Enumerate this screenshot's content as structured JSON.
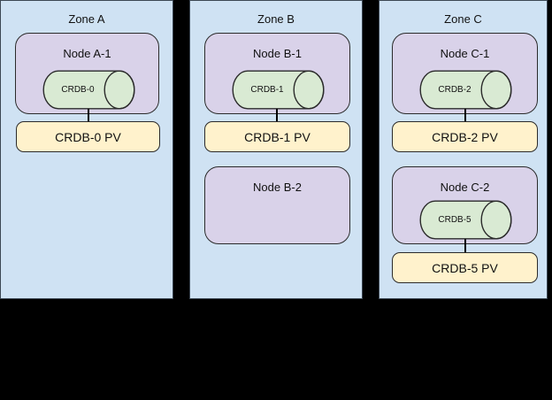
{
  "diagram": {
    "background_color": "#000000",
    "colors": {
      "zone_fill": "#cfe2f3",
      "zone_border": "#3c4753",
      "node_fill": "#d9d2e9",
      "node_border": "#2b2b2b",
      "database_fill": "#d9ead3",
      "database_border": "#2b2b2b",
      "pv_fill": "#fff2cc",
      "pv_border": "#2b2b2b",
      "connector": "#000000",
      "text": "#111111"
    }
  },
  "zones": [
    {
      "label": "Zone A",
      "nodes": [
        {
          "label": "Node A-1",
          "db": "CRDB-0",
          "pv": "CRDB-0 PV"
        }
      ]
    },
    {
      "label": "Zone B",
      "nodes": [
        {
          "label": "Node B-1",
          "db": "CRDB-1",
          "pv": "CRDB-1 PV"
        },
        {
          "label": "Node B-2"
        }
      ]
    },
    {
      "label": "Zone C",
      "nodes": [
        {
          "label": "Node C-1",
          "db": "CRDB-2",
          "pv": "CRDB-2 PV"
        },
        {
          "label": "Node C-2",
          "db": "CRDB-5",
          "pv": "CRDB-5 PV"
        }
      ]
    }
  ]
}
